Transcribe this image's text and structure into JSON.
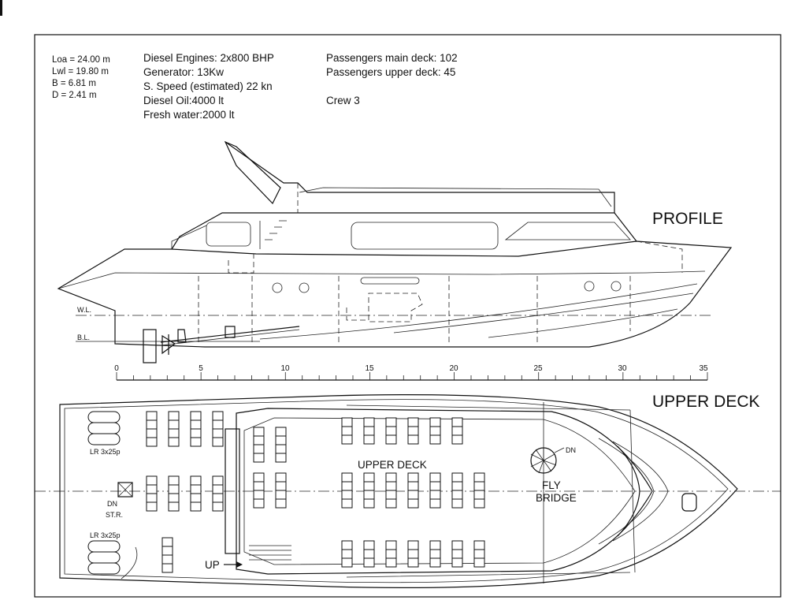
{
  "specs": {
    "dimensions": [
      "Loa = 24.00 m",
      "Lwl = 19.80 m",
      "B =  6.81 m",
      "D =  2.41 m"
    ],
    "machinery": [
      "Diesel Engines: 2x800 BHP",
      "Generator: 13Kw",
      "S. Speed (estimated) 22 kn",
      "Diesel Oil:4000 lt",
      "Fresh water:2000 lt"
    ],
    "passengers": [
      "Passengers main deck: 102",
      "Passengers upper deck: 45",
      "Crew 3"
    ]
  },
  "profile": {
    "title": "PROFILE",
    "wl_label": "W.L.",
    "bl_label": "B.L."
  },
  "scale": {
    "labels": [
      "0",
      "5",
      "10",
      "15",
      "20",
      "25",
      "30",
      "35"
    ],
    "max": 35
  },
  "upper_deck": {
    "title": "UPPER DECK",
    "area_label": "UPPER DECK",
    "fly_bridge": [
      "FLY",
      "BRIDGE"
    ],
    "stair_dn": "DN",
    "liferaft_top": "LR 3x25p",
    "liferaft_bottom": "LR 3x25p",
    "dn_str": [
      "DN",
      "ST.R."
    ],
    "up_label": "UP"
  }
}
